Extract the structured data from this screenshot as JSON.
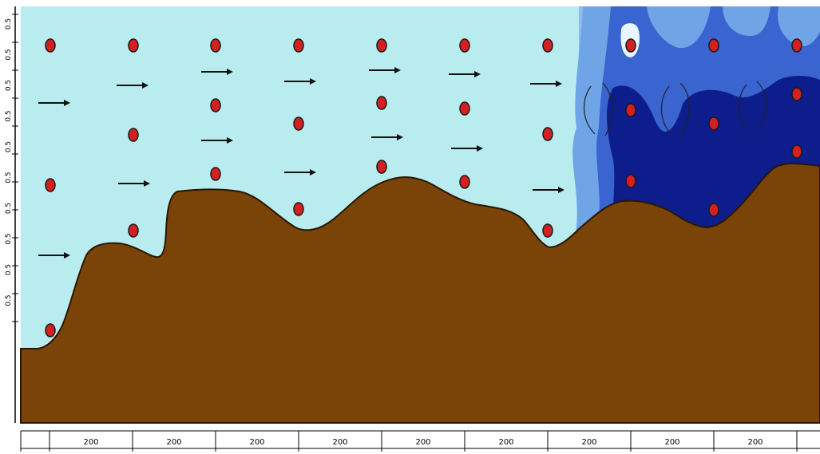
{
  "diagram": {
    "vertical_scale_label": "0.5",
    "vertical_scale_count": 10,
    "horizontal_scale_label": "200",
    "horizontal_scale_count": 9,
    "colors": {
      "water_light": "#b8ecef",
      "water_mid": "#6fa4e6",
      "water_deep": "#3a64cf",
      "water_darkest": "#0d1d8c",
      "ground": "#7a4409",
      "ground_edge": "#2a1600",
      "point_fill": "#d42020",
      "point_stroke": "#1a1a1a",
      "arrow": "#111111"
    },
    "icons": {
      "sample_point": "red-dot-icon",
      "flow": "right-arrow-icon",
      "eddy": "circular-eddy-icon"
    }
  }
}
